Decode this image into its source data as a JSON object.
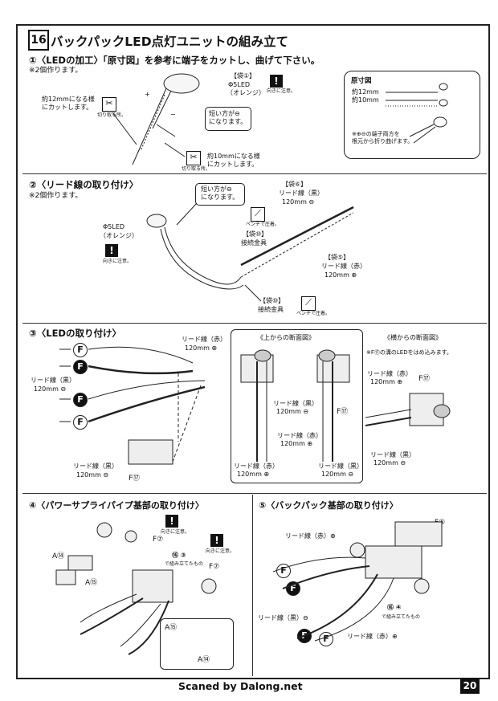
{
  "page": {
    "step_number": "16",
    "title": "バックパックLED点灯ユニットの組み立て",
    "footer": "Scaned by Dalong.net",
    "page_number": "20"
  },
  "step1": {
    "heading": "①〈LEDの加工〉「原寸図」を参考に端子をカットし、曲げて下さい。",
    "note": "※2個作ります。",
    "part_bag": "【袋①】",
    "part_name": "Φ5LED",
    "part_color": "（オレンジ）",
    "caution": "向きに注意。",
    "cut12": "約12mmになる様\nにカットします。",
    "cut_small": "切り取る所。",
    "short_minus": "短い方が⊖\nになります。",
    "cut10": "約10mmになる様\nにカットします。",
    "cut_small2": "切り取る所。",
    "plus": "+",
    "minus": "−",
    "inset_title": "原寸図",
    "inset_12": "約12mm",
    "inset_10": "約10mm",
    "inset_note": "※⊕⊖の端子両方を\n根元から折り曲げます。"
  },
  "step2": {
    "heading": "②〈リード線の取り付け〉",
    "note": "※2個作ります。",
    "short_minus": "短い方が⊖\nになります。",
    "led_name": "Φ5LED",
    "led_color": "（オレンジ）",
    "caution": "向きに注意。",
    "plier": "ペンチで圧着。",
    "bag6": "【袋⑥】",
    "black_wire": "リード線（黒）",
    "black_len": "120mm ⊖",
    "bag10a": "【袋⑩】",
    "connector": "接続金具",
    "bag5": "【袋⑤】",
    "red_wire": "リード線（赤）",
    "red_len": "120mm ⊕",
    "bag10b": "【袋⑩】",
    "connector2": "接続金具",
    "plier2": "ペンチで圧着。"
  },
  "step3": {
    "heading": "③〈LEDの取り付け〉",
    "red_top": "リード線（赤）",
    "red_top_len": "120mm ⊕",
    "black_left": "リード線（黒）",
    "black_left_len": "120mm ⊖",
    "black_bottom": "リード線（黒）",
    "black_bottom_len": "120mm ⊖",
    "part": "F⑰",
    "top_view_title": "《上からの断面図》",
    "tv_black": "リード線（黒）",
    "tv_black_len": "120mm ⊖",
    "tv_red": "リード線（赤）",
    "tv_red_len": "120mm ⊕",
    "tv_red_bl": "リード線（赤）",
    "tv_red_bl_len": "120mm ⊕",
    "tv_black_br": "リード線（黒）",
    "tv_black_br_len": "120mm ⊖",
    "tv_part": "F⑰",
    "side_view_title": "《横からの断面図》",
    "side_note": "※F⑰の溝のLEDをはめ込みます。",
    "sv_red": "リード線（赤）",
    "sv_red_len": "120mm ⊕",
    "sv_part": "F⑰",
    "sv_black": "リード線（黒）",
    "sv_black_len": "120mm ⊖",
    "f_label": "F"
  },
  "step4": {
    "heading": "④〈パワーサプライパイプ基部の取り付け〉",
    "caution1": "向きに注意。",
    "f7": "F⑦",
    "a14": "A⑭",
    "a15": "A⑮",
    "ref": "⑯ ③",
    "ref_note": "で組み立てたもの",
    "caution2": "向きに注意。",
    "f7b": "F⑦",
    "a15b": "A⑮",
    "a14b": "A⑭"
  },
  "step5": {
    "heading": "⑤〈バックパック基部の取り付け〉",
    "f5": "F⑤",
    "red_top": "リード線（赤）⊕",
    "black": "リード線（黒）⊖",
    "red_bottom": "リード線（赤）⊕",
    "ref": "⑯ ④",
    "ref_note": "で組み立てたもの",
    "f_label": "F"
  }
}
